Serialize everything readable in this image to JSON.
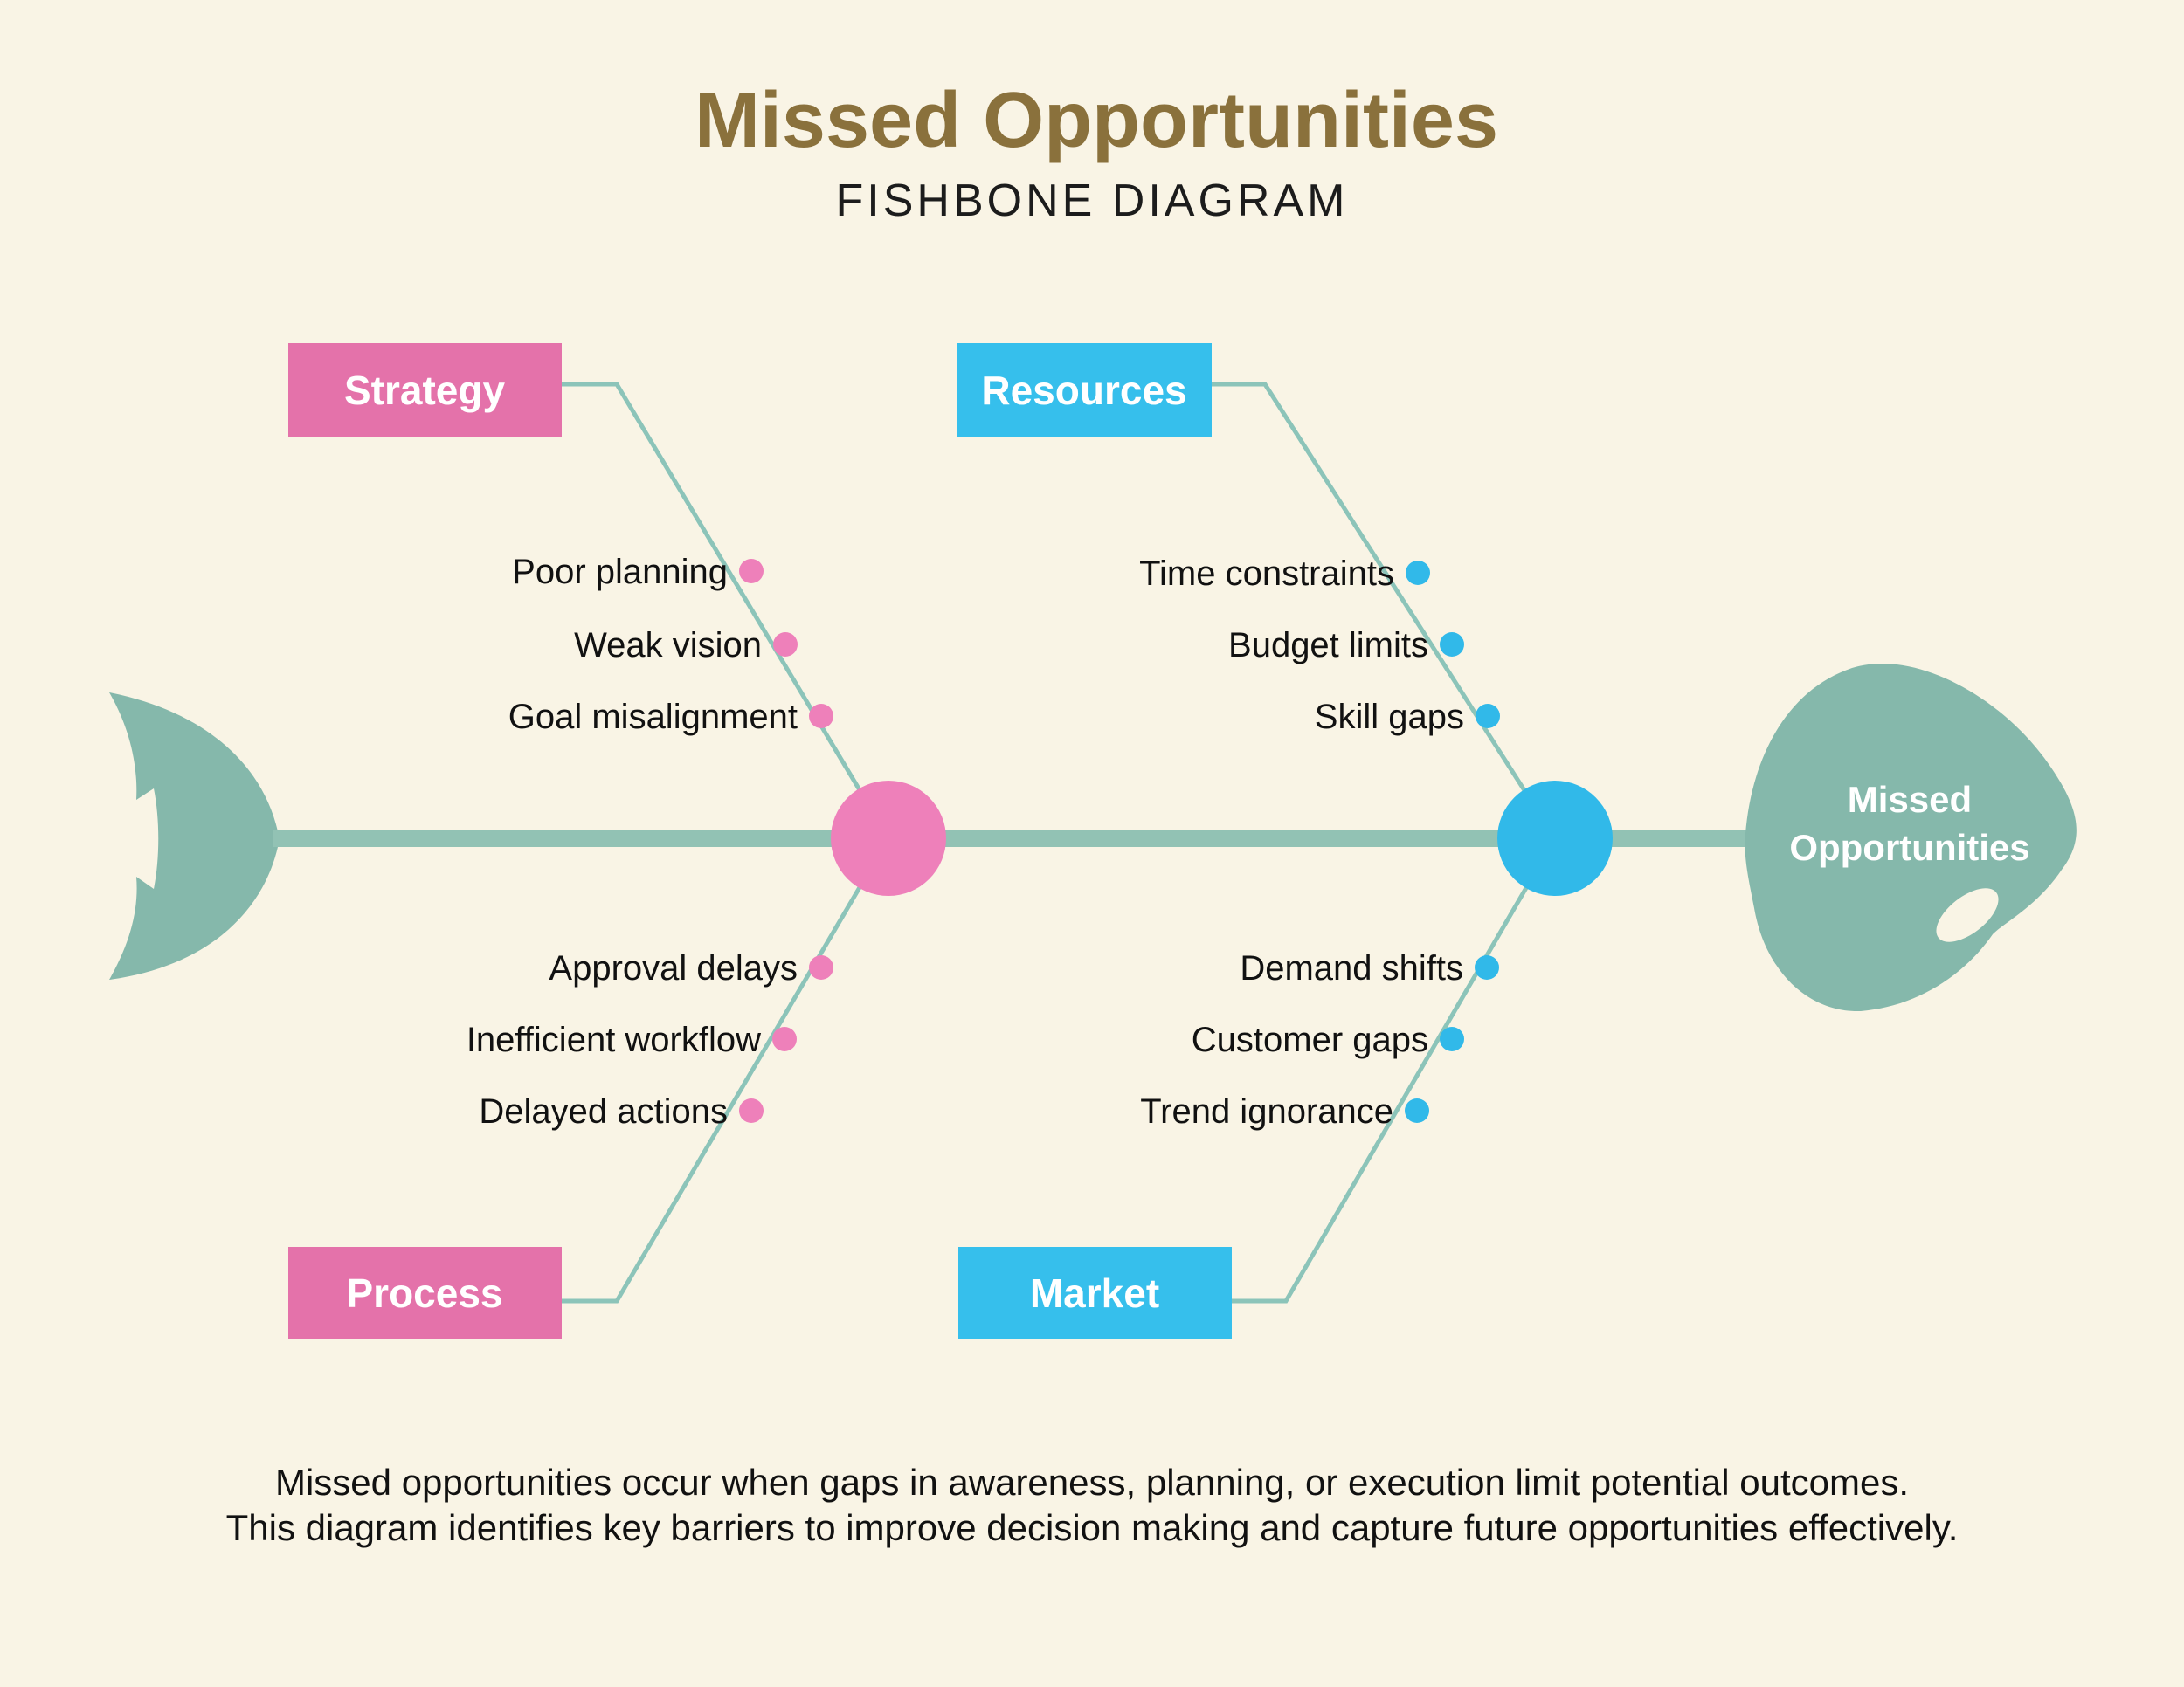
{
  "title": "Missed Opportunities",
  "subtitle": "FISHBONE DIAGRAM",
  "colors": {
    "background": "#f9f4e5",
    "title": "#8a713c",
    "bone": "#8cc4b9",
    "spine": "#92c2b4",
    "fish": "#85b8ab",
    "pink": "#e472aa",
    "pink_accent": "#ee80ba",
    "blue": "#36bfec",
    "blue_accent": "#31b9e9"
  },
  "head": {
    "line1": "Missed",
    "line2": "Opportunities"
  },
  "branches": [
    {
      "label": "Strategy",
      "color": "#e472aa",
      "items": [
        "Poor planning",
        "Weak vision",
        "Goal misalignment"
      ]
    },
    {
      "label": "Resources",
      "color": "#36bfec",
      "items": [
        "Time constraints",
        "Budget limits",
        "Skill gaps"
      ]
    },
    {
      "label": "Process",
      "color": "#e472aa",
      "items": [
        "Approval delays",
        "Inefficient workflow",
        "Delayed actions"
      ]
    },
    {
      "label": "Market",
      "color": "#36bfec",
      "items": [
        "Demand shifts",
        "Customer gaps",
        "Trend ignorance"
      ]
    }
  ],
  "footer": {
    "line1": "Missed opportunities occur when gaps in awareness, planning, or execution limit potential outcomes.",
    "line2": "This diagram identifies key barriers to improve decision making and capture future opportunities effectively."
  }
}
